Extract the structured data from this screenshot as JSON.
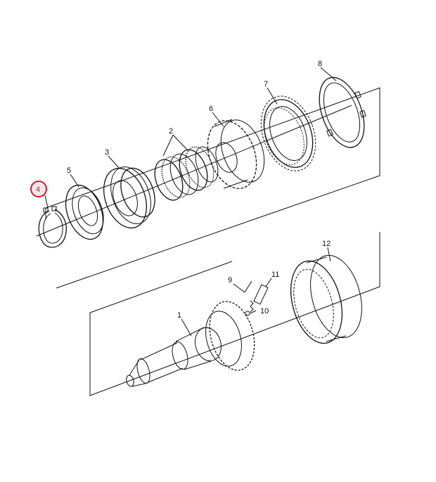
{
  "diagram": {
    "callouts": {
      "c1": "1",
      "c2": "2",
      "c3": "3",
      "c4": "4",
      "c5": "5",
      "c6": "6",
      "c7": "7",
      "c8": "8",
      "c9": "9",
      "c10": "10",
      "c11": "11",
      "c12": "12"
    },
    "highlight_color": "#d11a2a",
    "highlighted_callout": "4"
  }
}
